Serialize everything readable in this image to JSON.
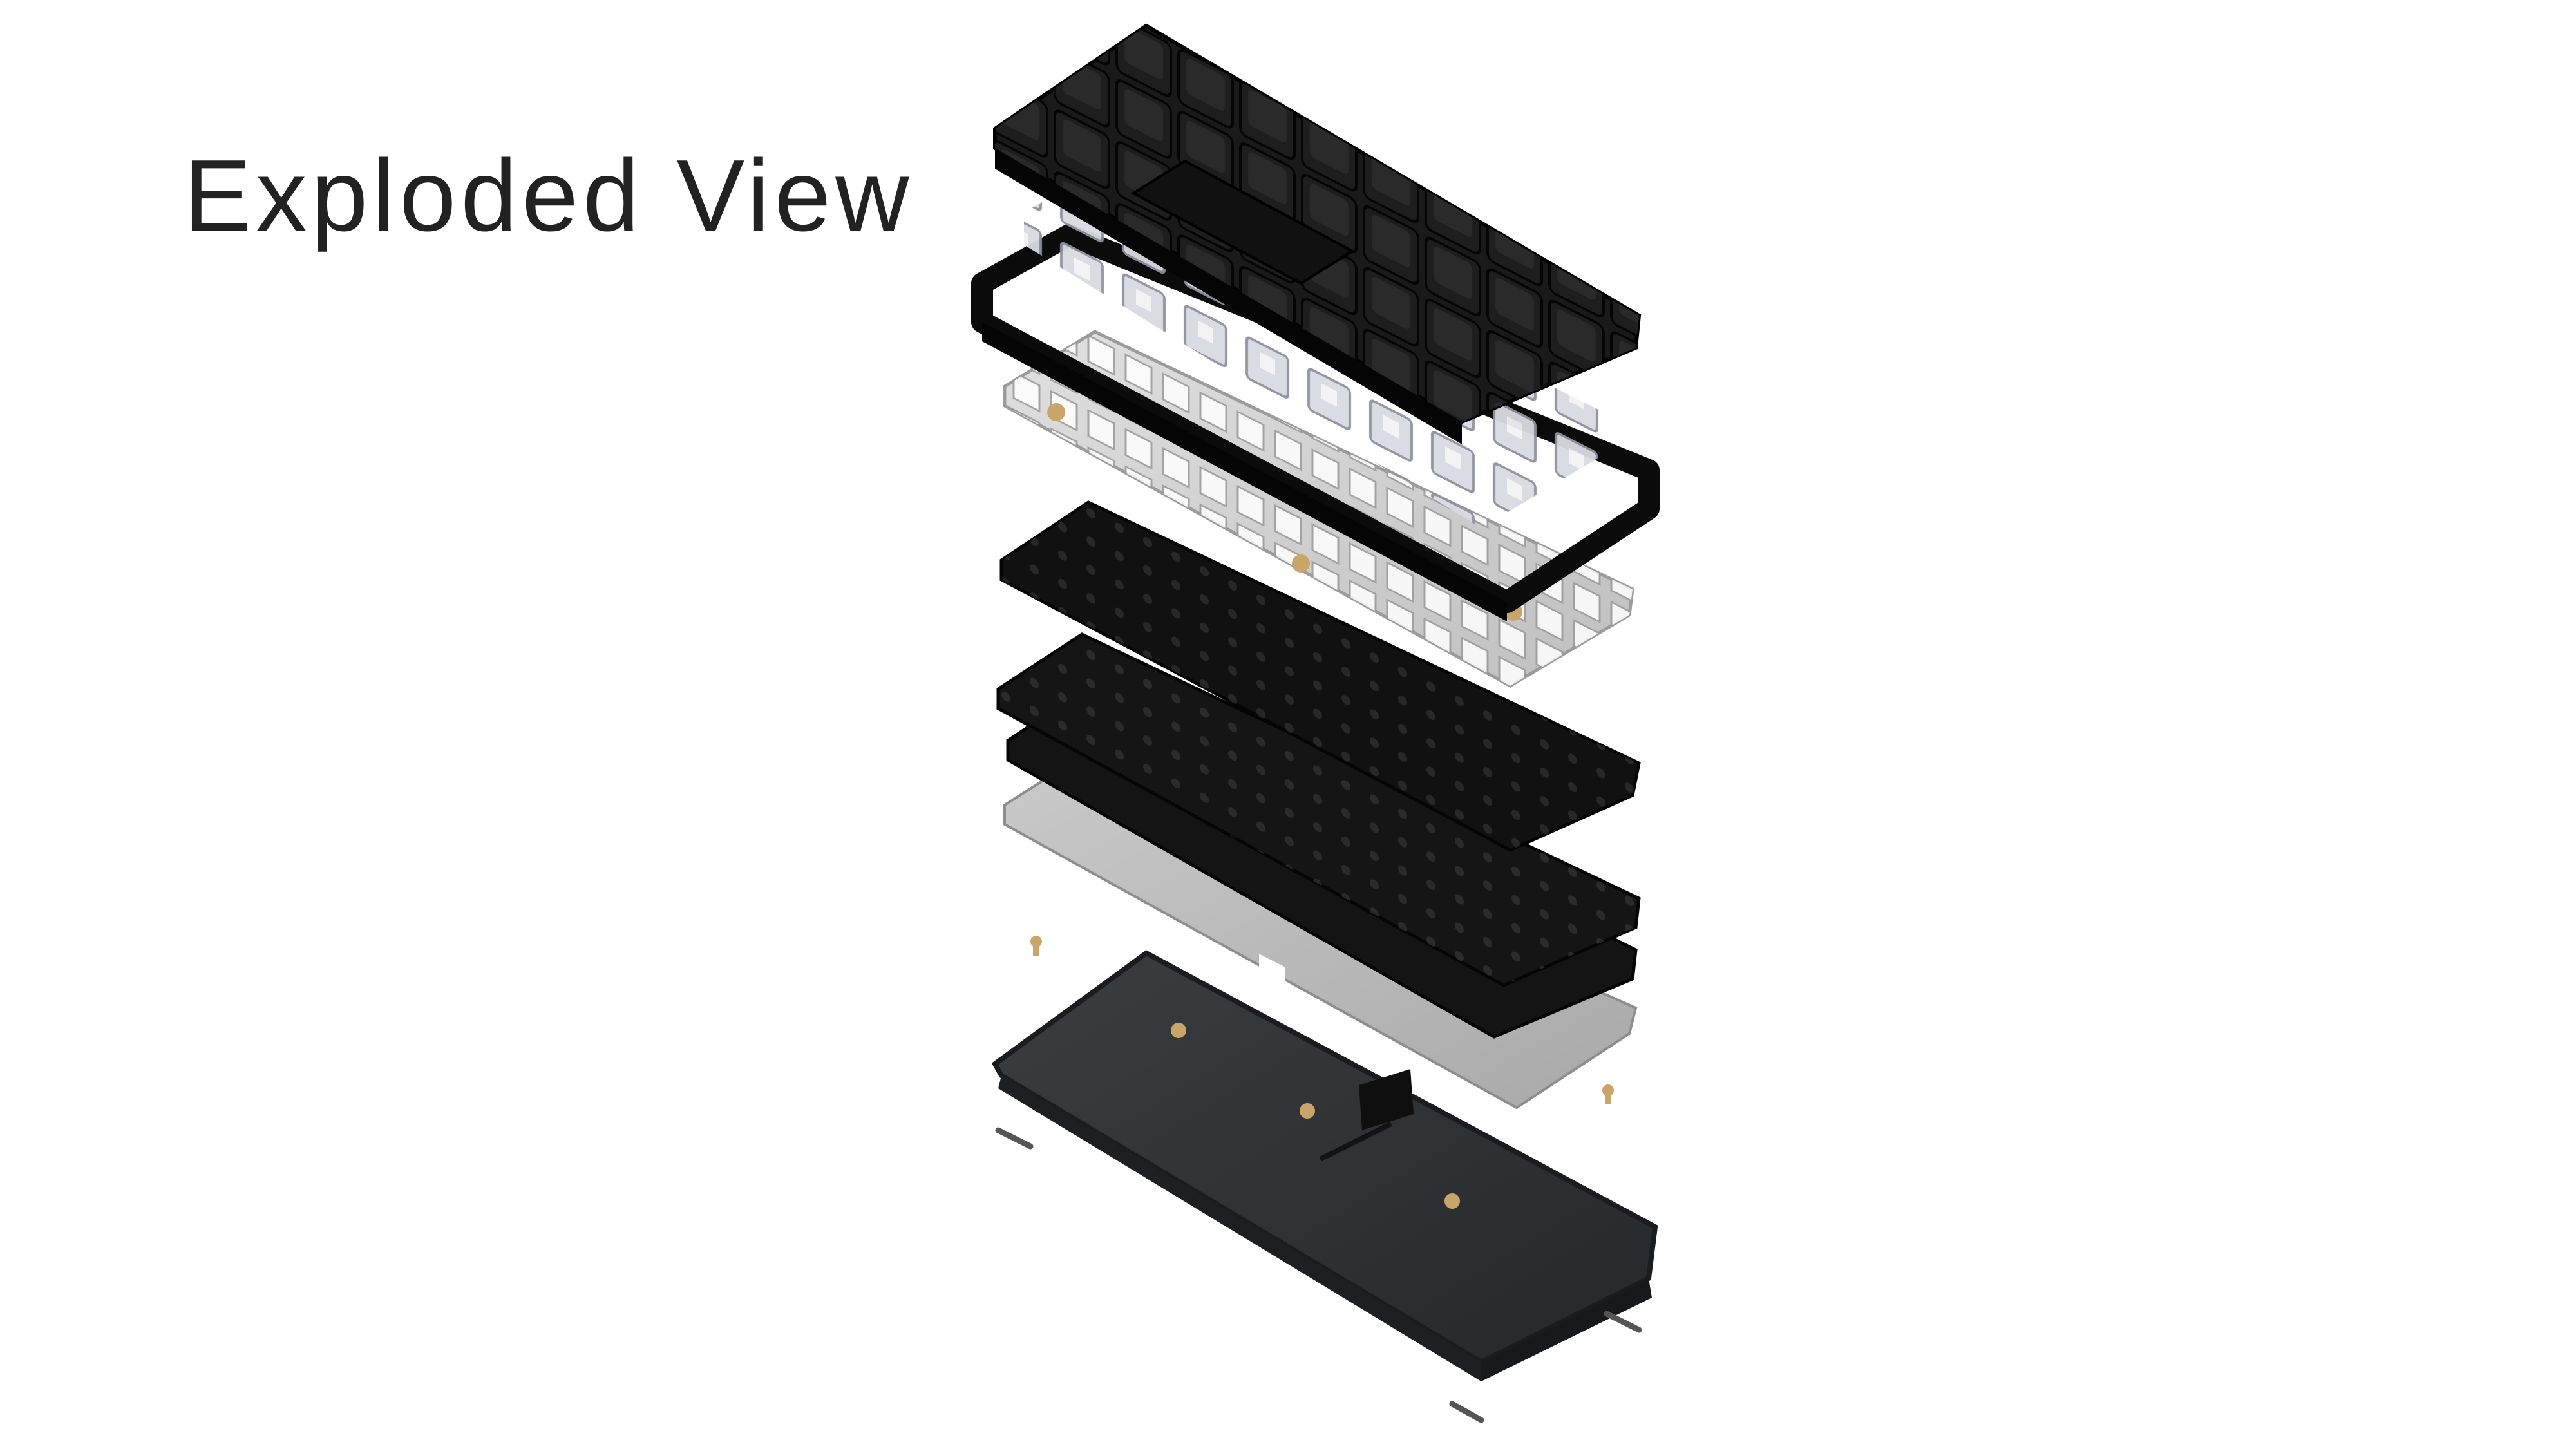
{
  "header": {
    "title": "Exploded View"
  },
  "illustration": {
    "subject": "keyboard-exploded-assembly",
    "layers": [
      {
        "name": "keycaps",
        "color": "#141414"
      },
      {
        "name": "switches",
        "color": "#cfd2da"
      },
      {
        "name": "top-frame",
        "color": "#0b0b0b"
      },
      {
        "name": "switch-plate",
        "color": "#cfcfcf"
      },
      {
        "name": "plate-foam",
        "color": "#111111"
      },
      {
        "name": "pcb",
        "color": "#151515"
      },
      {
        "name": "bottom-foam",
        "color": "#1a1a1a"
      },
      {
        "name": "gasket-sheet",
        "color": "#bdbdbd"
      },
      {
        "name": "bottom-case",
        "color": "#2f3234"
      }
    ],
    "accent_colors": {
      "brass": "#c9a56a",
      "screw": "#9a9a9a"
    }
  }
}
